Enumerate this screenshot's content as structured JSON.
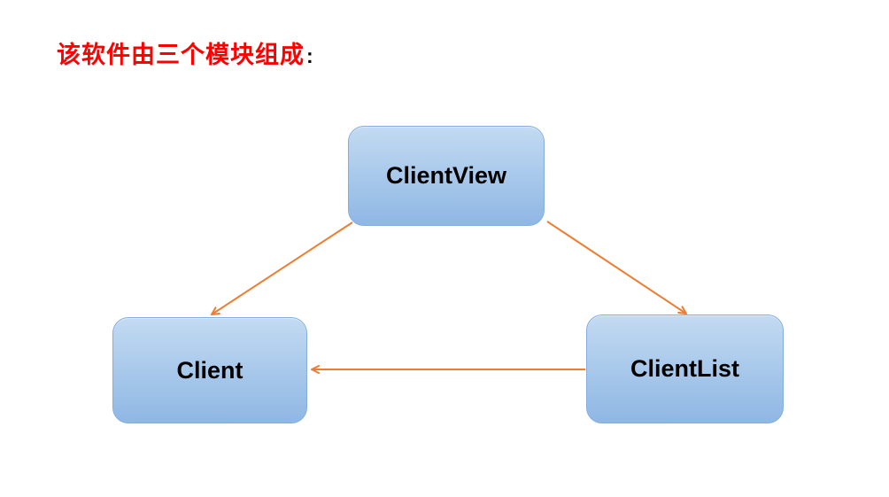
{
  "title": {
    "text": "该软件由三个模块组成",
    "colon": ":"
  },
  "diagram": {
    "type": "module-dependency-diagram",
    "nodes": [
      {
        "id": "clientview",
        "label": "ClientView"
      },
      {
        "id": "client",
        "label": "Client"
      },
      {
        "id": "clientlist",
        "label": "ClientList"
      }
    ],
    "edges": [
      {
        "from": "ClientView",
        "to": "Client"
      },
      {
        "from": "ClientView",
        "to": "ClientList"
      },
      {
        "from": "ClientList",
        "to": "Client"
      }
    ],
    "colors": {
      "title_text": "#ff0000",
      "node_fill_top": "#c3daf2",
      "node_fill_bottom": "#8fb7e4",
      "node_border": "#86ade0",
      "node_text": "#000000",
      "arrow": "#ed7d31"
    }
  }
}
